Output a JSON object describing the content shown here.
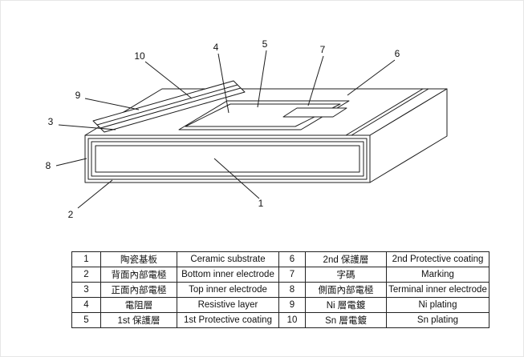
{
  "figure": {
    "callouts": [
      "10",
      "4",
      "5",
      "7",
      "6",
      "9",
      "3",
      "8",
      "2",
      "1"
    ]
  },
  "table": {
    "rows": [
      [
        "1",
        "陶瓷基板",
        "Ceramic substrate",
        "6",
        "2nd 保護層",
        "2nd Protective coating"
      ],
      [
        "2",
        "背面內部電極",
        "Bottom inner electrode",
        "7",
        "字碼",
        "Marking"
      ],
      [
        "3",
        "正面內部電極",
        "Top inner electrode",
        "8",
        "側面內部電極",
        "Terminal inner electrode"
      ],
      [
        "4",
        "電阻層",
        "Resistive layer",
        "9",
        "Ni 層電鍍",
        "Ni plating"
      ],
      [
        "5",
        "1st 保護層",
        "1st Protective coating",
        "10",
        "Sn 層電鍍",
        "Sn plating"
      ]
    ]
  }
}
